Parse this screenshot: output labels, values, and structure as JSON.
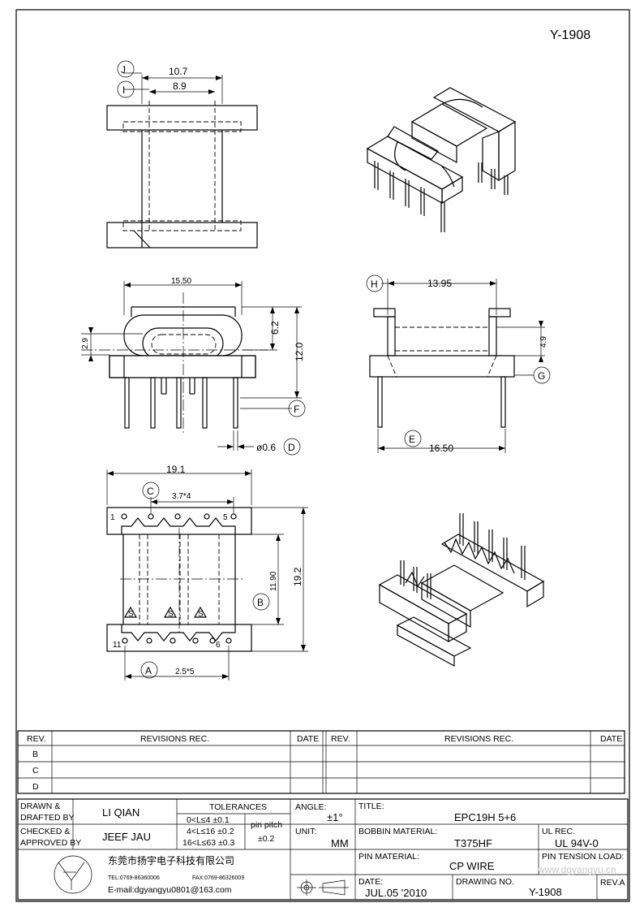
{
  "drawing_no_top": "Y-1908",
  "dims": {
    "d_10_7": "10.7",
    "d_8_9": "8.9",
    "d_15_50": "15.50",
    "d_6_2": "6.2",
    "d_12_0": "12.0",
    "d_2_9": "2.9",
    "d_0_6": "ø0.6",
    "d_13_95": "13.95",
    "d_4_9": "4.9",
    "d_16_50": "16.50",
    "d_19_1": "19.1",
    "d_3_7x4": "3.7*4",
    "d_11_90": "11.90",
    "d_19_2": "19.2",
    "d_2_5x5": "2.5*5"
  },
  "markers": {
    "A": "A",
    "B": "B",
    "C": "C",
    "D": "D",
    "E": "E",
    "F": "F",
    "G": "G",
    "H": "H",
    "I": "I",
    "J": "J"
  },
  "pins": {
    "p1": "1",
    "p5": "5",
    "p11": "11",
    "p6": "6",
    "s": "S"
  },
  "revisions": {
    "rev_header": "REV.",
    "revisions_header": "REVISIONS    REC.",
    "date_header": "DATE",
    "rows": [
      "B",
      "C",
      "D"
    ]
  },
  "title_block": {
    "drawn_label_1": "DRAWN  &",
    "drawn_label_2": "DRAFTED BY",
    "drawn_value": "LI QIAN",
    "checked_label_1": "CHECKED  &",
    "checked_label_2": "APPROVED BY",
    "checked_value": "JEEF JAU",
    "tolerances_label": "TOLERANCES",
    "tol_row_1": "0<L≤4    ±0.1",
    "tol_row_2": "4<L≤16  ±0.2",
    "tol_row_3": "16<L≤63 ±0.3",
    "pin_pitch_label": "pin  pitch",
    "pin_pitch_value": "±0.2",
    "angle_label": "ANGLE:",
    "angle_value": "±1°",
    "unit_label": "UNIT:",
    "unit_value": "MM",
    "title_label": "TITLE:",
    "title_value": "EPC19H  5+6",
    "bobbin_label": "BOBBIN  MATERIAL:",
    "bobbin_value": "T375HF",
    "ul_label": "UL  REC.",
    "ul_value": "UL  94V-0",
    "pin_material_label": "PIN  MATERIAL:",
    "pin_material_value": "CP  WIRE",
    "pin_tension_label": "PIN  TENSION  LOAD:",
    "date_label": "DATE:",
    "date_value": "JUL.05  '2010",
    "drawing_no_label": "DRAWING  NO.",
    "drawing_no_value": "Y-1908",
    "rev_label": "REV.A",
    "company_name": "东莞市扬宇电子科技有限公司",
    "company_tel": "TEL:0769-86360006",
    "company_fax": "FAX:0769-86326009",
    "company_email": "E-mail:dgyangyu0801@163.com",
    "watermark": "www.dgyangyu.cn"
  }
}
